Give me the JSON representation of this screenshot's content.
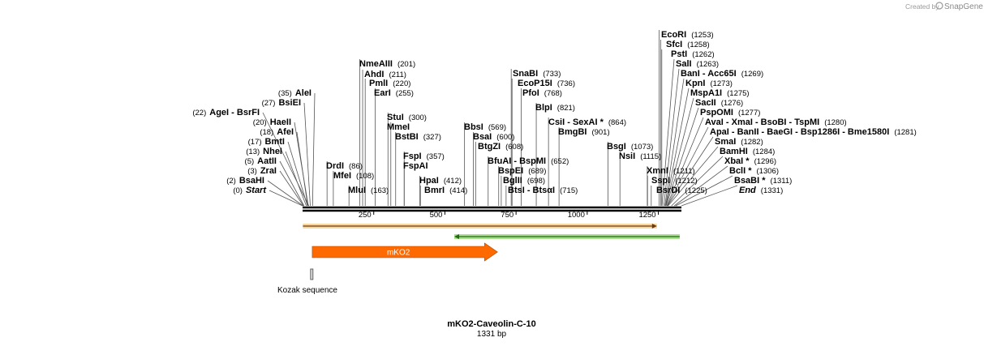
{
  "credit": {
    "prefix": "Created by",
    "brand": "SnapGene"
  },
  "map": {
    "name": "mKO2-Caveolin-C-10",
    "length_label": "1331 bp",
    "length_bp": 1331,
    "ticks": [
      "250",
      "500",
      "750",
      "1000",
      "1250"
    ],
    "tick_values": [
      250,
      500,
      750,
      1000,
      1250
    ]
  },
  "features": [
    {
      "label": "mKO2",
      "start": 34,
      "end": 685,
      "color": "#ff6a00",
      "type": "arrow-right"
    },
    {
      "label": "Kozak sequence",
      "start": 28,
      "end": 34,
      "color": "#d9d9d9",
      "type": "box"
    },
    {
      "label": "",
      "start": 1,
      "end": 1245,
      "color": "#f5c26b",
      "type": "orf-right"
    },
    {
      "label": "",
      "start": 533,
      "end": 1325,
      "color": "#8fd36a",
      "type": "orf-left"
    }
  ],
  "enzymes": [
    {
      "name": "Start",
      "pos": "(0)",
      "bp": 0,
      "italic": true
    },
    {
      "name": "BsaHI",
      "pos": "(2)",
      "bp": 2
    },
    {
      "name": "ZraI",
      "pos": "(3)",
      "bp": 3
    },
    {
      "name": "AatII",
      "pos": "(5)",
      "bp": 5
    },
    {
      "name": "NheI",
      "pos": "(13)",
      "bp": 13
    },
    {
      "name": "BmtI",
      "pos": "(17)",
      "bp": 17
    },
    {
      "name": "AfeI",
      "pos": "(18)",
      "bp": 18
    },
    {
      "name": "HaeII",
      "pos": "(20)",
      "bp": 20
    },
    {
      "name": "AgeI - BsrFI",
      "pos": "(22)",
      "bp": 22
    },
    {
      "name": "BsiEI",
      "pos": "(27)",
      "bp": 27
    },
    {
      "name": "AleI",
      "pos": "(35)",
      "bp": 35
    },
    {
      "name": "DrdI",
      "pos": "(86)",
      "bp": 86
    },
    {
      "name": "MfeI",
      "pos": "(108)",
      "bp": 108
    },
    {
      "name": "MluI",
      "pos": "(163)",
      "bp": 163
    },
    {
      "name": "NmeAIII",
      "pos": "(201)",
      "bp": 201
    },
    {
      "name": "AhdI",
      "pos": "(211)",
      "bp": 211
    },
    {
      "name": "PmlI",
      "pos": "(220)",
      "bp": 220
    },
    {
      "name": "EarI",
      "pos": "(255)",
      "bp": 255
    },
    {
      "name": "StuI",
      "pos": "(300)",
      "bp": 300
    },
    {
      "name": "MmeI",
      "pos": "",
      "bp": 310
    },
    {
      "name": "BstBI",
      "pos": "(327)",
      "bp": 327
    },
    {
      "name": "FspI",
      "pos": "(357)",
      "bp": 357
    },
    {
      "name": "FspAI",
      "pos": "",
      "bp": 357
    },
    {
      "name": "HpaI",
      "pos": "(412)",
      "bp": 412
    },
    {
      "name": "BmrI",
      "pos": "(414)",
      "bp": 414
    },
    {
      "name": "BbsI",
      "pos": "(569)",
      "bp": 569
    },
    {
      "name": "BsaI",
      "pos": "(600)",
      "bp": 600
    },
    {
      "name": "BtgZI",
      "pos": "(608)",
      "bp": 608
    },
    {
      "name": "BfuAI - BspMI",
      "pos": "(652)",
      "bp": 652
    },
    {
      "name": "BspEI",
      "pos": "(689)",
      "bp": 689
    },
    {
      "name": "BglII",
      "pos": "(698)",
      "bp": 698
    },
    {
      "name": "BtsI - BtsαI",
      "pos": "(715)",
      "bp": 715
    },
    {
      "name": "SnaBI",
      "pos": "(733)",
      "bp": 733
    },
    {
      "name": "EcoP15I",
      "pos": "(736)",
      "bp": 736
    },
    {
      "name": "PfoI",
      "pos": "(768)",
      "bp": 768
    },
    {
      "name": "BlpI",
      "pos": "(821)",
      "bp": 821
    },
    {
      "name": "CsiI - SexAI *",
      "pos": "(864)",
      "bp": 864
    },
    {
      "name": "BmgBI",
      "pos": "(901)",
      "bp": 901
    },
    {
      "name": "BsgI",
      "pos": "(1073)",
      "bp": 1073
    },
    {
      "name": "NsiI",
      "pos": "(1115)",
      "bp": 1115
    },
    {
      "name": "XmnI",
      "pos": "(1211)",
      "bp": 1211
    },
    {
      "name": "SspI",
      "pos": "(1212)",
      "bp": 1212
    },
    {
      "name": "BsrDI",
      "pos": "(1225)",
      "bp": 1225
    },
    {
      "name": "EcoRI",
      "pos": "(1253)",
      "bp": 1253
    },
    {
      "name": "SfcI",
      "pos": "(1258)",
      "bp": 1258
    },
    {
      "name": "PstI",
      "pos": "(1262)",
      "bp": 1262
    },
    {
      "name": "SalI",
      "pos": "(1263)",
      "bp": 1263
    },
    {
      "name": "BanI - Acc65I",
      "pos": "(1269)",
      "bp": 1269
    },
    {
      "name": "KpnI",
      "pos": "(1273)",
      "bp": 1273
    },
    {
      "name": "MspA1I",
      "pos": "(1275)",
      "bp": 1275
    },
    {
      "name": "SacII",
      "pos": "(1276)",
      "bp": 1276
    },
    {
      "name": "PspOMI",
      "pos": "(1277)",
      "bp": 1277
    },
    {
      "name": "AvaI - XmaI - BsoBI - TspMI",
      "pos": "(1280)",
      "bp": 1280
    },
    {
      "name": "ApaI - BanII - BaeGI - Bsp1286I - Bme1580I",
      "pos": "(1281)",
      "bp": 1281
    },
    {
      "name": "SmaI",
      "pos": "(1282)",
      "bp": 1282
    },
    {
      "name": "BamHI",
      "pos": "(1284)",
      "bp": 1284
    },
    {
      "name": "XbaI *",
      "pos": "(1296)",
      "bp": 1296
    },
    {
      "name": "BclI *",
      "pos": "(1306)",
      "bp": 1306
    },
    {
      "name": "BsaBI *",
      "pos": "(1311)",
      "bp": 1311
    },
    {
      "name": "End",
      "pos": "(1331)",
      "bp": 1331,
      "italic": true
    }
  ]
}
